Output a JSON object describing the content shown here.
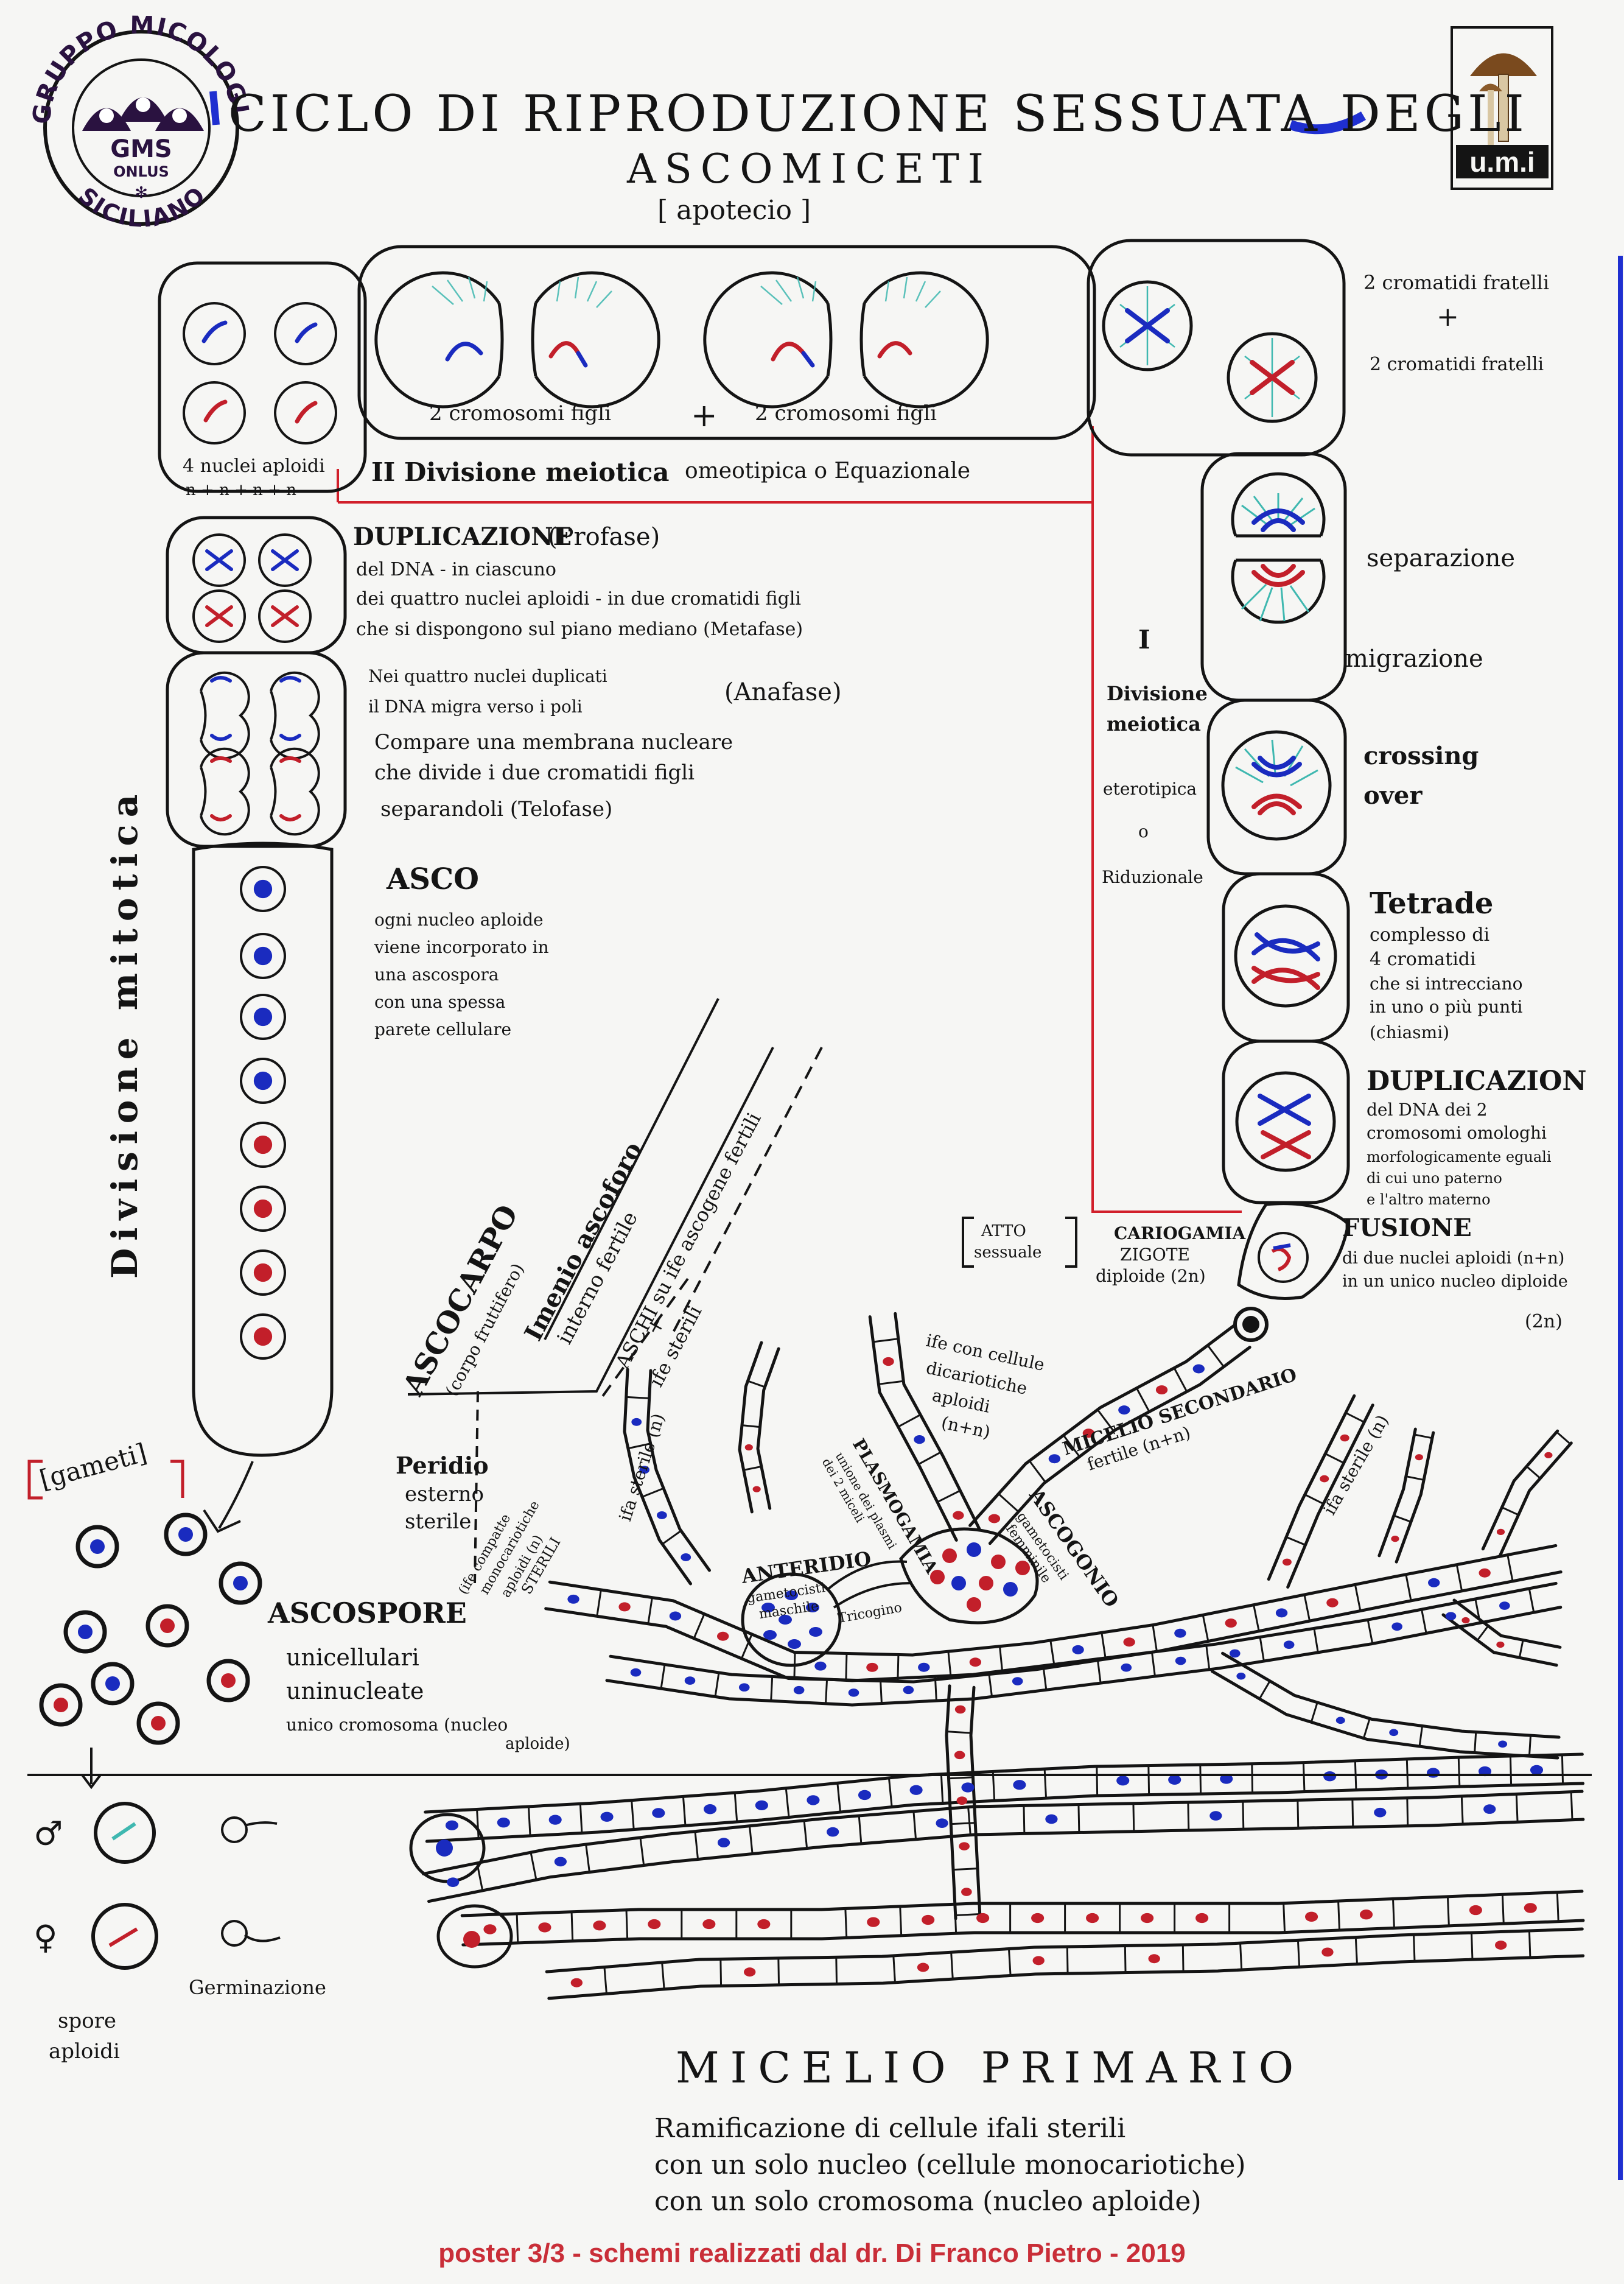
{
  "colors": {
    "ink": "#141414",
    "nucleus_blue": "#1a2bbf",
    "nucleus_red": "#c21f2a",
    "spindle_teal": "#3fb8b0",
    "guide_red": "#d11f2a",
    "footer_red": "#c92e38",
    "title_blue": "#1f2fd0",
    "logo_purple": "#2a1240",
    "title_ink": "#231530"
  },
  "logo_left": {
    "ring_top": "GRUPPO MICOLOGICO",
    "ring_bottom": "SICILIANO",
    "line1": "GMS",
    "line2": "ONLUS"
  },
  "logo_right": {
    "text": "u.m.i",
    "icon": "mushroom-icon"
  },
  "title": {
    "line1": "CICLO DI RIPRODUZIONE SESSUATA DEGLI",
    "line2": "ASCOMICETI",
    "line3": "[ apotecio ]"
  },
  "labels": {
    "cromatidi_1": "2 cromatidi fratelli",
    "plus_1": "+",
    "cromatidi_2": "2 cromatidi fratelli",
    "cromosomi_figli_1": "2 cromosomi figli",
    "plus_2": "+",
    "cromosomi_figli_2": "2 cromosomi figli",
    "nuclei_aploidi": "4 nuclei aploidi",
    "n_formula": "n + n + n + n",
    "div2_heading": "II Divisione meiotica",
    "div2_sub": "omeotipica o Equazionale",
    "duplicazione_heading": "DUPLICAZIONE",
    "duplicazione_phase": "(Profase)",
    "duplicazione_l1": "del DNA - in ciascuno",
    "duplicazione_l2": "dei quattro nuclei aploidi - in due cromatidi figli",
    "duplicazione_l3": "che si dispongono sul piano mediano (Metafase)",
    "anafase_l1": "Nei quattro nuclei duplicati",
    "anafase_l2": "il DNA migra verso i poli",
    "anafase_phase": "(Anafase)",
    "telofase_l1": "Compare una membrana nucleare",
    "telofase_l2": "che divide i due cromatidi figli",
    "telofase_l3": "separandoli (Telofase)",
    "asco_heading": "ASCO",
    "asco_l1": "ogni nucleo aploide",
    "asco_l2": "viene incorporato in",
    "asco_l3": "una ascospora",
    "asco_l4": "con una spessa",
    "asco_l5": "parete cellulare",
    "divisione_mitotica": "Divisione mitotica",
    "div1_numeral": "I",
    "div1_l1": "Divisione",
    "div1_l2": "meiotica",
    "div1_l3": "eterotipica",
    "div1_l4": "o",
    "div1_l5": "Riduzionale",
    "separazione": "separazione",
    "migrazione": "migrazione",
    "crossing": "crossing",
    "over": "over",
    "tetrade_heading": "Tetrade",
    "tetrade_l1": "complesso di",
    "tetrade_l2": "4 cromatidi",
    "tetrade_l3": "che si intrecciano",
    "tetrade_l4": "in uno o più punti",
    "tetrade_l5": "(chiasmi)",
    "dupl2_heading": "DUPLICAZION",
    "dupl2_l1": "del DNA dei 2",
    "dupl2_l2": "cromosomi omologhi",
    "dupl2_l3": "morfologicamente eguali",
    "dupl2_l4": "di cui uno paterno",
    "dupl2_l5": "e l'altro materno",
    "fusione_heading": "FUSIONE",
    "fusione_l1": "di due nuclei aploidi (n+n)",
    "fusione_l2": "in un unico nucleo diploide",
    "fusione_l3": "(2n)",
    "atto_l1": "ATTO",
    "atto_l2": "sessuale",
    "cariogamia": "CARIOGAMIA",
    "zigote": "ZIGOTE",
    "diploide": "diploide (2n)",
    "ascocarpo": "ASCOCARPO",
    "ascocarpo_sub": "(corpo fruttifero)",
    "imenio": "Imenio ascoforo",
    "imenio_sub": "interno fertile",
    "aschi_l1": "ASCHI su ife ascogene fertili",
    "aschi_l2": "+",
    "aschi_l3": "ife sterili",
    "peridio_l1": "Peridio",
    "peridio_l2": "esterno",
    "peridio_l3": "sterile",
    "peridio_l4": "(ife compatte",
    "peridio_l5": "monocariotiche",
    "peridio_l6": "aploidi (n)",
    "peridio_l7": "STERILI",
    "ifa_sterile_1": "ifa sterile (n)",
    "ifa_sterile_2": "ifa sterile (n)",
    "ife_dicario_l1": "ife con cellule",
    "ife_dicario_l2": "dicariotiche",
    "ife_dicario_l3": "aploidi",
    "ife_dicario_l4": "(n+n)",
    "micelio_sec_l1": "MICELIO SECONDARIO",
    "micelio_sec_l2": "fertile (n+n)",
    "plasmogamia": "PLASMOGAMIA",
    "plasmogamia_l1": "unione dei plasmi",
    "plasmogamia_l2": "dei 2 miceli",
    "ascogonio": "ASCOGONIO",
    "ascogonio_l1": "gametocisti",
    "ascogonio_l2": "femminile",
    "anteridio": "ANTERIDIO",
    "anteridio_l1": "gametocisti",
    "anteridio_l2": "maschile",
    "tricogino": "Tricogino",
    "gameti": "[gameti]",
    "ascospore_heading": "ASCOSPORE",
    "ascospore_l1": "unicellulari",
    "ascospore_l2": "uninucleate",
    "ascospore_l3": "unico cromosoma (nucleo",
    "ascospore_l4": "aploide)",
    "male": "♂",
    "female": "♀",
    "spore_l1": "spore",
    "spore_l2": "aploidi",
    "germinazione": "Germinazione",
    "micelio_primario": "MICELIO PRIMARIO",
    "mp_l1": "Ramificazione di cellule ifali sterili",
    "mp_l2": "con un solo nucleo (cellule monocariotiche)",
    "mp_l3": "con un solo cromosoma (nucleo aploide)"
  },
  "footer": "poster 3/3 - schemi realizzati dal dr. Di Franco Pietro - 2019"
}
